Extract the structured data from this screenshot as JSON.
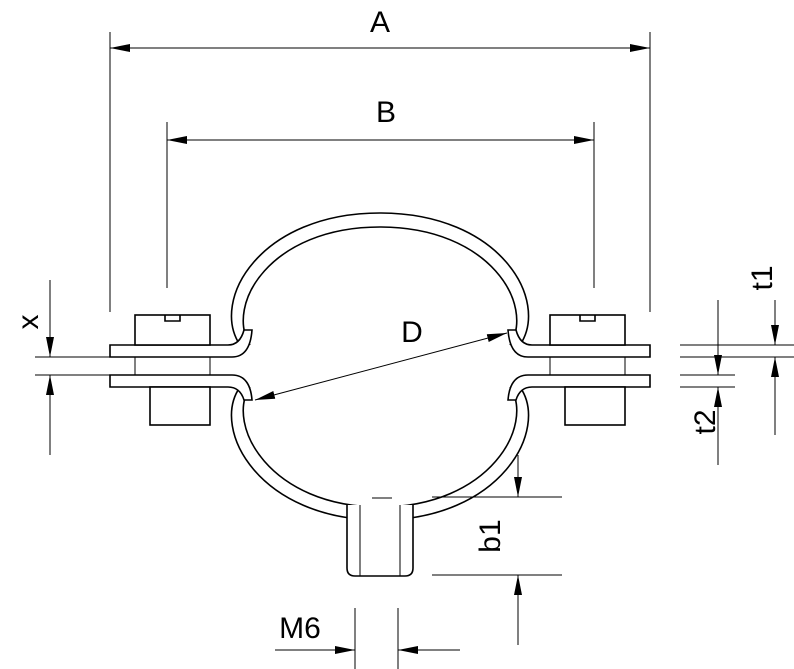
{
  "title": "Pipe clamp dimension drawing",
  "dimensions": {
    "A": "A",
    "B": "B",
    "D": "D",
    "x": "x",
    "t1": "t1",
    "t2": "t2",
    "b1": "b1",
    "M6": "M6"
  }
}
